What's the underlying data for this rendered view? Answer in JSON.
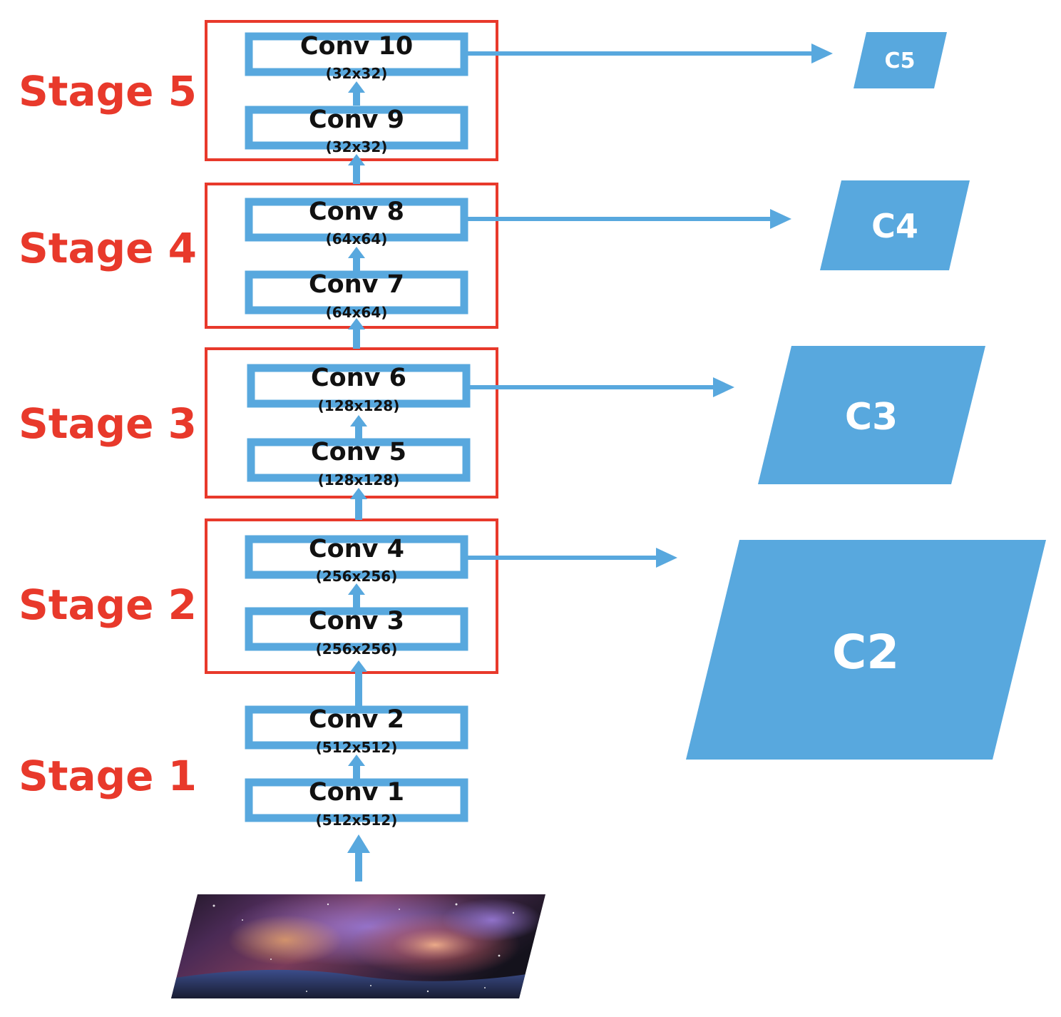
{
  "colors": {
    "block_blue": "#58a8de",
    "stage_red": "#e8392b",
    "text_dark": "#111111",
    "label_white": "#ffffff"
  },
  "stages": [
    {
      "id": "stage-5",
      "label": "Stage 5"
    },
    {
      "id": "stage-4",
      "label": "Stage 4"
    },
    {
      "id": "stage-3",
      "label": "Stage 3"
    },
    {
      "id": "stage-2",
      "label": "Stage 2"
    },
    {
      "id": "stage-1",
      "label": "Stage 1"
    }
  ],
  "convs": [
    {
      "id": "conv-10",
      "name": "Conv 10",
      "size": "(32x32)"
    },
    {
      "id": "conv-9",
      "name": "Conv 9",
      "size": "(32x32)"
    },
    {
      "id": "conv-8",
      "name": "Conv 8",
      "size": "(64x64)"
    },
    {
      "id": "conv-7",
      "name": "Conv 7",
      "size": "(64x64)"
    },
    {
      "id": "conv-6",
      "name": "Conv 6",
      "size": "(128x128)"
    },
    {
      "id": "conv-5",
      "name": "Conv 5",
      "size": "(128x128)"
    },
    {
      "id": "conv-4",
      "name": "Conv 4",
      "size": "(256x256)"
    },
    {
      "id": "conv-3",
      "name": "Conv 3",
      "size": "(256x256)"
    },
    {
      "id": "conv-2",
      "name": "Conv 2",
      "size": "(512x512)"
    },
    {
      "id": "conv-1",
      "name": "Conv 1",
      "size": "(512x512)"
    }
  ],
  "outputs": [
    {
      "id": "c5",
      "label": "C5",
      "source": "Conv 10"
    },
    {
      "id": "c4",
      "label": "C4",
      "source": "Conv 8"
    },
    {
      "id": "c3",
      "label": "C3",
      "source": "Conv 6"
    },
    {
      "id": "c2",
      "label": "C2",
      "source": "Conv 4"
    }
  ]
}
